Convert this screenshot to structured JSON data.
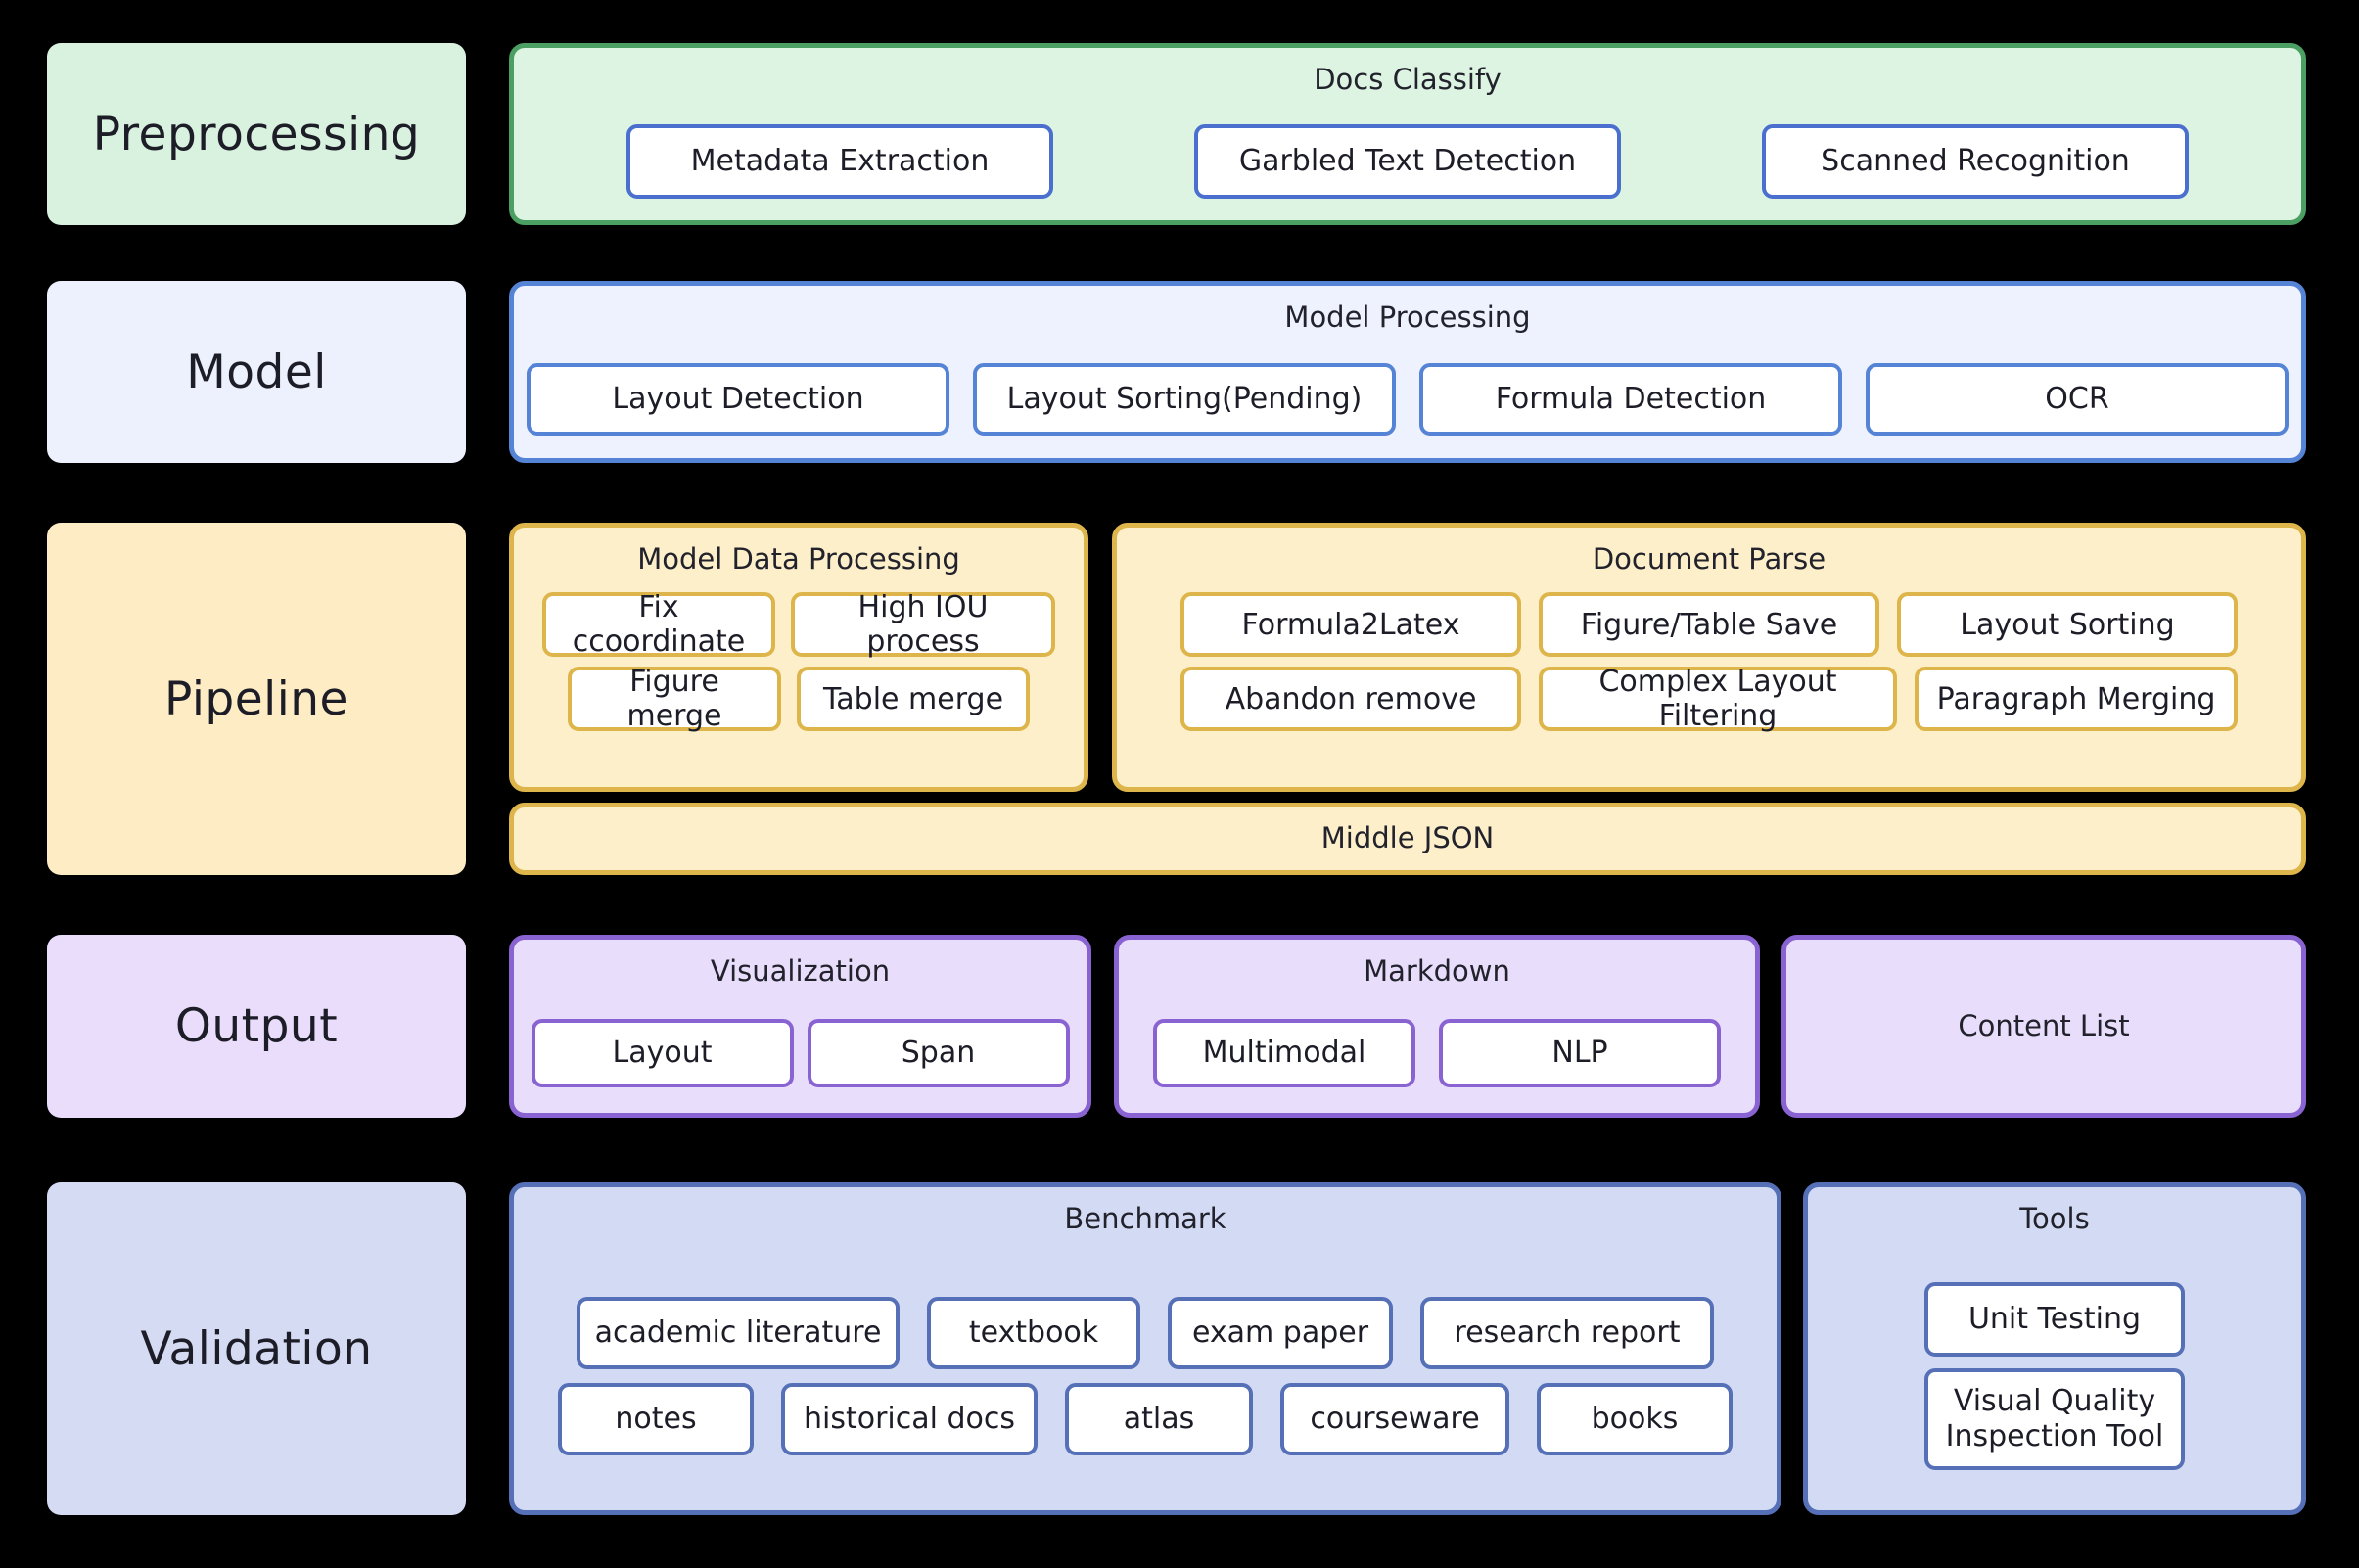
{
  "diagram": {
    "title": "Document Parsing Pipeline Architecture",
    "background": "#000000",
    "rows": [
      {
        "stage": "Preprocessing",
        "accent": "#4c9f63",
        "fill": "#ddf4e2",
        "groups": [
          {
            "title": "Docs Classify",
            "items": [
              "Metadata Extraction",
              "Garbled Text Detection",
              "Scanned Recognition"
            ]
          }
        ]
      },
      {
        "stage": "Model",
        "accent": "#5583d6",
        "fill": "#edf2fe",
        "groups": [
          {
            "title": "Model Processing",
            "items": [
              "Layout Detection",
              "Layout Sorting(Pending)",
              "Formula Detection",
              "OCR"
            ]
          }
        ]
      },
      {
        "stage": "Pipeline",
        "accent": "#ddb54a",
        "fill": "#fcefc9",
        "groups": [
          {
            "title": "Model Data Processing",
            "items": [
              "Fix ccoordinate",
              "High IOU process",
              "Figure merge",
              "Table merge"
            ]
          },
          {
            "title": "Document Parse",
            "items": [
              "Formula2Latex",
              "Figure/Table Save",
              "Layout Sorting",
              "Abandon remove",
              "Complex Layout Filtering",
              "Paragraph Merging"
            ]
          }
        ],
        "footer_bar": "Middle JSON"
      },
      {
        "stage": "Output",
        "accent": "#8a63d2",
        "fill": "#e8ddfa",
        "groups": [
          {
            "title": "Visualization",
            "items": [
              "Layout",
              "Span"
            ]
          },
          {
            "title": "Markdown",
            "items": [
              "Multimodal",
              "NLP"
            ]
          },
          {
            "title": "Content List",
            "items": []
          }
        ]
      },
      {
        "stage": "Validation",
        "accent": "#5670b8",
        "fill": "#d3dbf4",
        "groups": [
          {
            "title": "Benchmark",
            "items": [
              "academic literature",
              "textbook",
              "exam paper",
              "research report",
              "notes",
              "historical docs",
              "atlas",
              "courseware",
              "books"
            ]
          },
          {
            "title": "Tools",
            "items": [
              "Unit Testing",
              "Visual Quality Inspection Tool"
            ]
          }
        ]
      }
    ]
  },
  "labels": {
    "preprocessing": "Preprocessing",
    "model": "Model",
    "pipeline": "Pipeline",
    "output": "Output",
    "validation": "Validation"
  },
  "preprocessing": {
    "group_title": "Docs Classify",
    "items": [
      {
        "label": "Metadata Extraction"
      },
      {
        "label": "Garbled Text Detection"
      },
      {
        "label": "Scanned Recognition"
      }
    ]
  },
  "model": {
    "group_title": "Model Processing",
    "items": [
      {
        "label": "Layout Detection"
      },
      {
        "label": "Layout Sorting(Pending)"
      },
      {
        "label": "Formula Detection"
      },
      {
        "label": "OCR"
      }
    ]
  },
  "pipeline": {
    "mdp_title": "Model Data Processing",
    "mdp_items": [
      {
        "label": "Fix ccoordinate"
      },
      {
        "label": "High IOU process"
      },
      {
        "label": "Figure merge"
      },
      {
        "label": "Table merge"
      }
    ],
    "dp_title": "Document Parse",
    "dp_items": [
      {
        "label": "Formula2Latex"
      },
      {
        "label": "Figure/Table Save"
      },
      {
        "label": "Layout Sorting"
      },
      {
        "label": "Abandon remove"
      },
      {
        "label": "Complex Layout Filtering"
      },
      {
        "label": "Paragraph Merging"
      }
    ],
    "middle_json": "Middle JSON"
  },
  "output": {
    "vis_title": "Visualization",
    "vis_items": [
      {
        "label": "Layout"
      },
      {
        "label": "Span"
      }
    ],
    "md_title": "Markdown",
    "md_items": [
      {
        "label": "Multimodal"
      },
      {
        "label": "NLP"
      }
    ],
    "content_list_title": "Content List"
  },
  "validation": {
    "benchmark_title": "Benchmark",
    "benchmark_row1": [
      {
        "label": "academic literature"
      },
      {
        "label": "textbook"
      },
      {
        "label": "exam paper"
      },
      {
        "label": "research report"
      }
    ],
    "benchmark_row2": [
      {
        "label": "notes"
      },
      {
        "label": "historical docs"
      },
      {
        "label": "atlas"
      },
      {
        "label": "courseware"
      },
      {
        "label": "books"
      }
    ],
    "tools_title": "Tools",
    "tools_items": [
      {
        "label": "Unit Testing"
      },
      {
        "label": "Visual Quality Inspection Tool"
      }
    ]
  },
  "colors": {
    "background": "#000000",
    "green_accent": "#4c9f63",
    "green_fill": "#ddf4e2",
    "blue_accent": "#5583d6",
    "blue_fill": "#edf2fe",
    "yellow_accent": "#ddb54a",
    "yellow_fill": "#fcefc9",
    "purple_accent": "#8a63d2",
    "purple_fill": "#e8ddfa",
    "periwinkle_accent": "#5670b8",
    "periwinkle_fill": "#d3dbf4",
    "chip_background": "#ffffff",
    "text": "#1d1d28"
  }
}
